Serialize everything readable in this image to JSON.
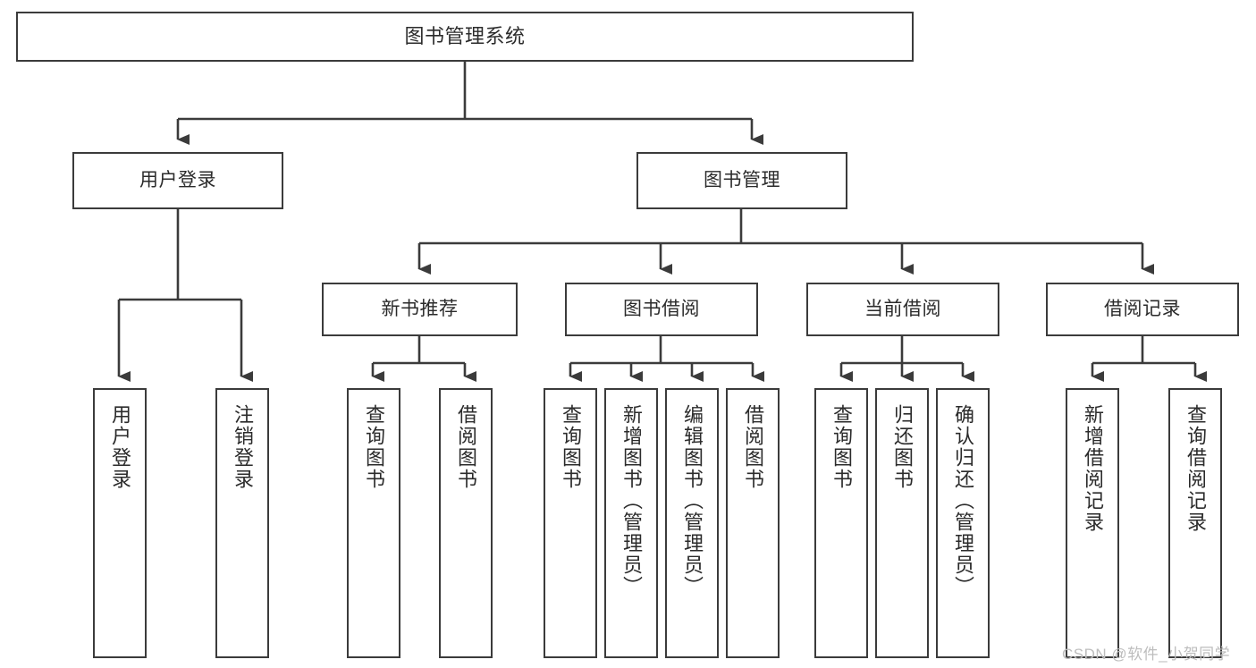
{
  "diagram": {
    "title": "图书管理系统",
    "type": "hierarchy-tree",
    "colors": {
      "stroke": "#3b3b3b",
      "text": "#2b2b2b",
      "background": "#ffffff",
      "watermark": "#bdbdbd"
    },
    "nodes": {
      "root": {
        "label": "图书管理系统"
      },
      "level1": [
        {
          "label": "用户登录"
        },
        {
          "label": "图书管理"
        }
      ],
      "level2": [
        {
          "label": "新书推荐"
        },
        {
          "label": "图书借阅"
        },
        {
          "label": "当前借阅"
        },
        {
          "label": "借阅记录"
        }
      ],
      "leaves_user_login": [
        {
          "label": "用户登录"
        },
        {
          "label": "注销登录"
        }
      ],
      "leaves_new_book": [
        {
          "label": "查询图书"
        },
        {
          "label": "借阅图书"
        }
      ],
      "leaves_borrow": [
        {
          "label": "查询图书"
        },
        {
          "label": "新增图书（管理员）"
        },
        {
          "label": "编辑图书（管理员）"
        },
        {
          "label": "借阅图书"
        }
      ],
      "leaves_current": [
        {
          "label": "查询图书"
        },
        {
          "label": "归还图书"
        },
        {
          "label": "确认归还（管理员）"
        }
      ],
      "leaves_record": [
        {
          "label": "新增借阅记录"
        },
        {
          "label": "查询借阅记录"
        }
      ]
    },
    "watermark": "CSDN @软件_小贺同学"
  }
}
